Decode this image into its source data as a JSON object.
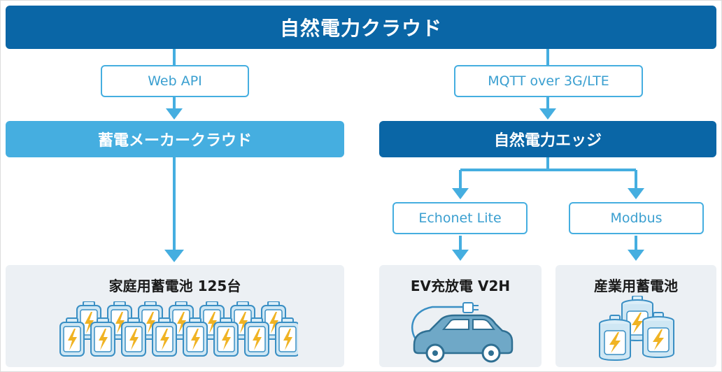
{
  "title": "自然電力クラウド",
  "left_branch": {
    "protocol": "Web API",
    "cloud": "蓄電メーカークラウド",
    "panel_title": "家庭用蓄電池 125台",
    "illustration": "battery-group-icon"
  },
  "right_branch": {
    "protocol": "MQTT over 3G/LTE",
    "edge": "自然電力エッジ",
    "sub_left": {
      "protocol": "Echonet Lite",
      "panel_title": "EV充放電 V2H",
      "illustration": "electric-car-icon"
    },
    "sub_right": {
      "protocol": "Modbus",
      "panel_title": "産業用蓄電池",
      "illustration": "industrial-battery-icon"
    }
  },
  "colors": {
    "dark_blue": "#0a66a6",
    "light_blue": "#45aee0",
    "panel_bg": "#ecf0f4",
    "battery_fill": "#cfe7f4",
    "bolt": "#f0b323"
  }
}
